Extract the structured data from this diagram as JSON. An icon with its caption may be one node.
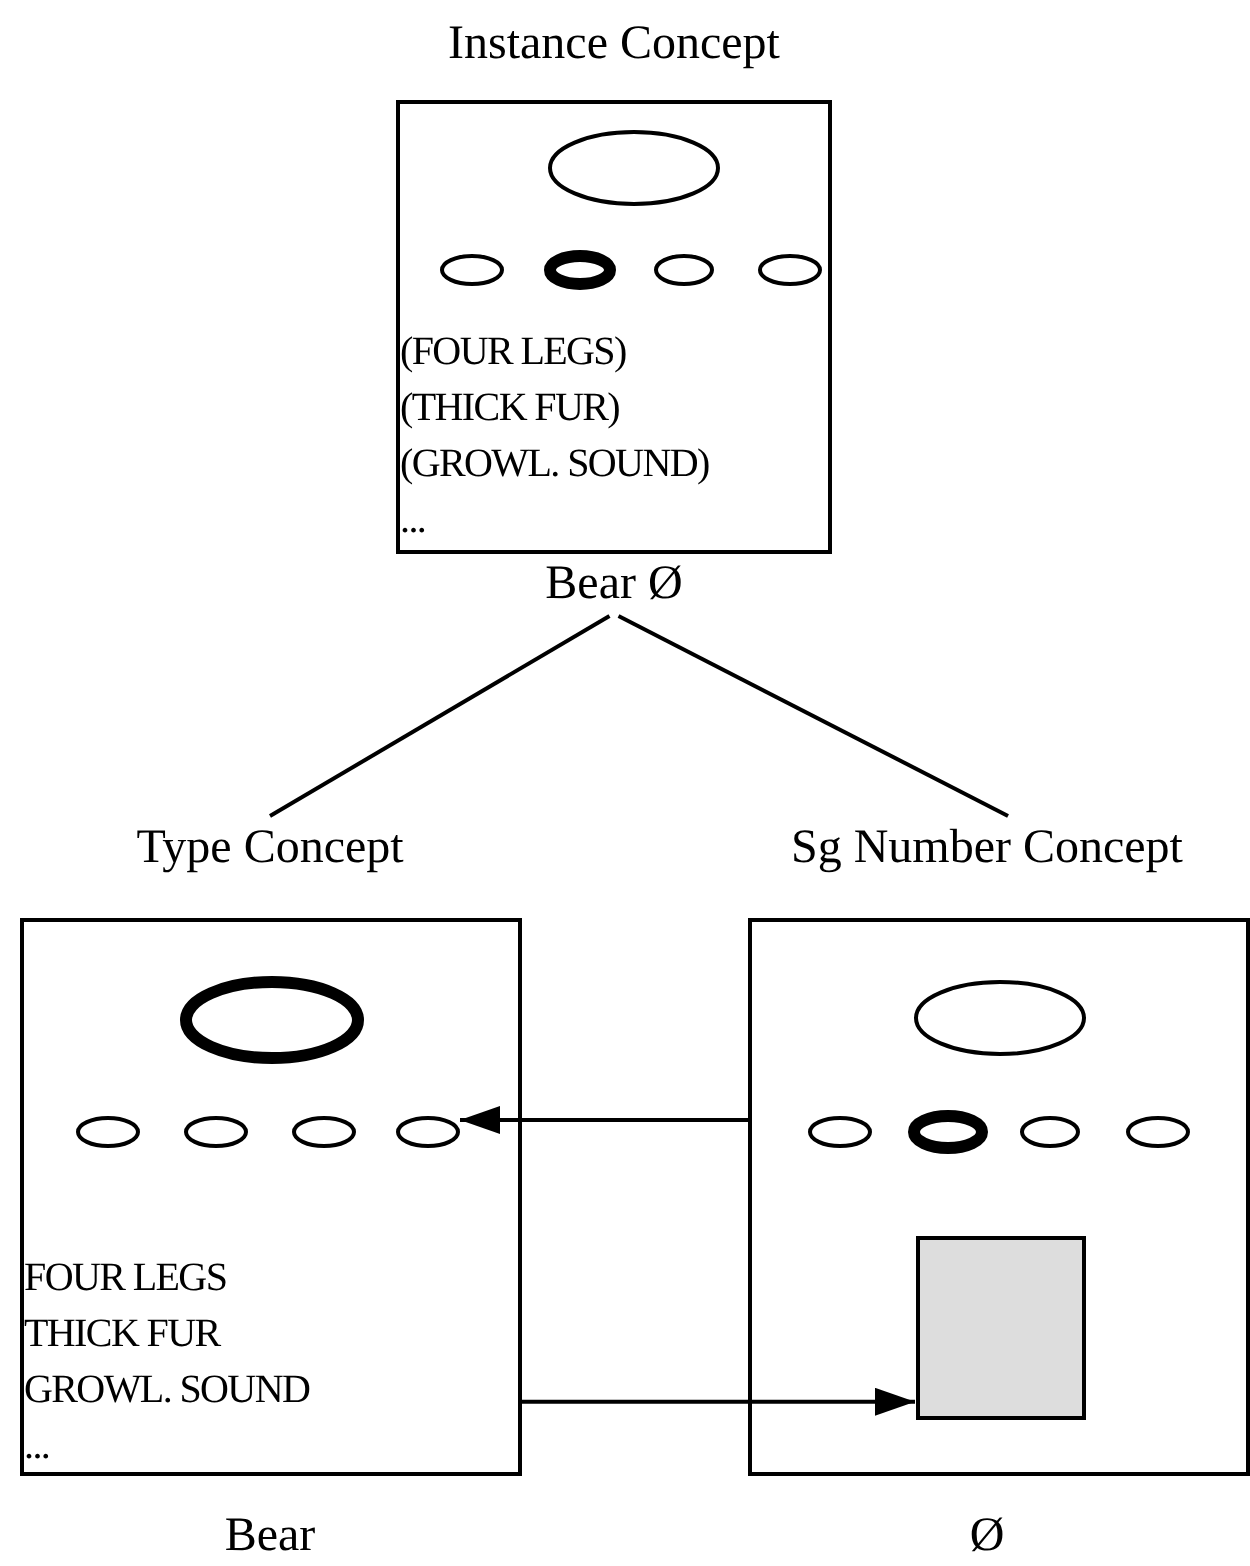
{
  "diagram": {
    "nodes": [
      {
        "text": [
          "Instance Concept",
          "(FOUR LEGS)",
          "(THICK FUR)",
          "(GROWL. SOUND)",
          "..."
        ],
        "beside": [
          "Bear Ø"
        ]
      },
      {
        "text": [],
        "shape": "ellipse",
        "in": 0
      },
      {
        "text": [],
        "shape": "ellipse",
        "in": 0
      },
      {
        "text": [],
        "shape": "ellipse",
        "in": 0
      },
      {
        "text": [],
        "shape": "ellipse",
        "in": 0
      },
      {
        "text": [],
        "shape": "ellipse",
        "in": 0
      },
      {
        "text": [
          "Type Concept",
          "FOUR LEGS",
          "THICK FUR",
          "GROWL. SOUND",
          "..."
        ],
        "beside": [
          "Bear"
        ]
      },
      {
        "text": [],
        "shape": "ellipse",
        "in": 6
      },
      {
        "text": [],
        "shape": "ellipse",
        "in": 6
      },
      {
        "text": [],
        "shape": "ellipse",
        "in": 6
      },
      {
        "text": [],
        "shape": "ellipse",
        "in": 6
      },
      {
        "text": [],
        "shape": "ellipse",
        "in": 6
      },
      {
        "text": [
          "Sg Number Concept"
        ],
        "beside": [
          "Ø"
        ]
      },
      {
        "text": [],
        "shape": "ellipse",
        "in": 12
      },
      {
        "text": [],
        "shape": "ellipse",
        "in": 12
      },
      {
        "text": [],
        "shape": "ellipse",
        "in": 12
      },
      {
        "text": [],
        "shape": "ellipse",
        "in": 12
      },
      {
        "text": [],
        "shape": "ellipse",
        "in": 12
      },
      {
        "text": [],
        "shape": "box",
        "in": 12
      }
    ],
    "edges": [
      {
        "from": 0,
        "to": 6,
        "arrow": "none"
      },
      {
        "from": 0,
        "to": 12,
        "arrow": "none"
      },
      {
        "from": 12,
        "to": 11,
        "arrow": "to"
      },
      {
        "from": 6,
        "to": 18,
        "arrow": "to"
      }
    ]
  }
}
